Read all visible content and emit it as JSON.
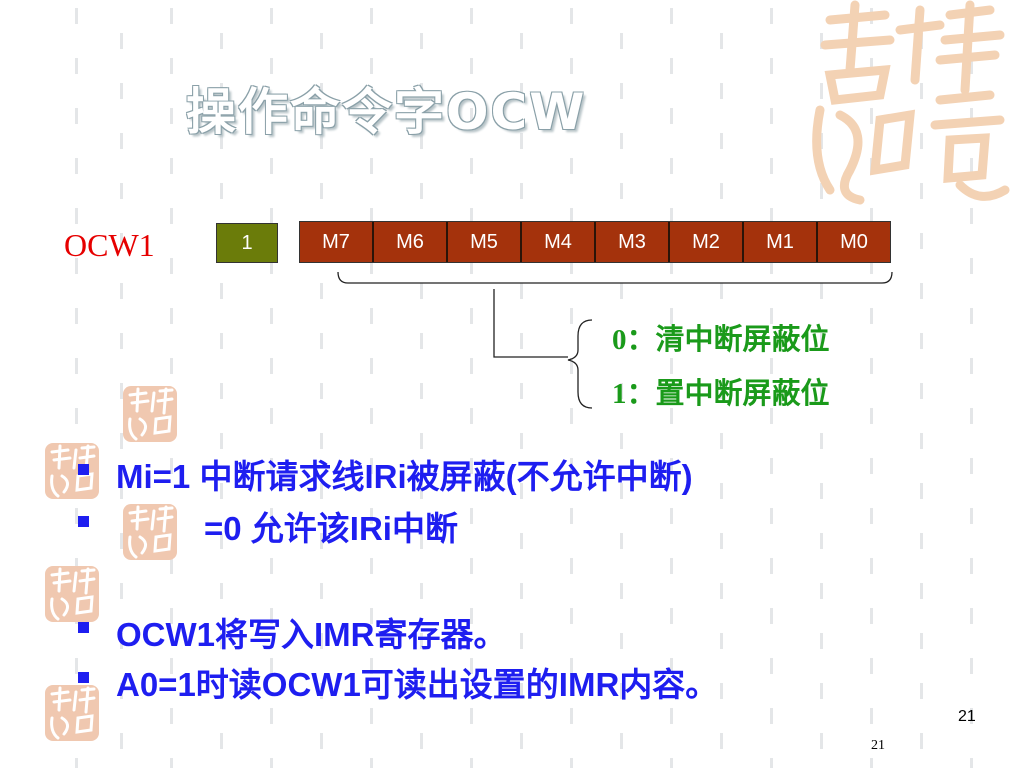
{
  "slide": {
    "title": "操作命令字OCW",
    "register_label": "OCW1",
    "fixed_bit": "1",
    "bits": [
      "M7",
      "M6",
      "M5",
      "M4",
      "M3",
      "M2",
      "M1",
      "M0"
    ],
    "options": [
      "0：清中断屏蔽位",
      "1：置中断屏蔽位"
    ],
    "bullets": [
      "Mi=1  中断请求线IRi被屏蔽(不允许中断)",
      "=0  允许该IRi中断",
      "OCW1将写入IMR寄存器。",
      "A0=1时读OCW1可读出设置的IMR内容。"
    ],
    "page_number": "21",
    "footer_number": "21"
  },
  "colors": {
    "title_outline": "#8aa0a8",
    "register_label": "#e60000",
    "fixed_box": "#6b7c0a",
    "bit_box": "#a4320c",
    "options": "#1a9a1a",
    "bullets": "#1e1ef0",
    "seal_large": "#f3d2b4",
    "seal_small": "#f0c8b0"
  }
}
